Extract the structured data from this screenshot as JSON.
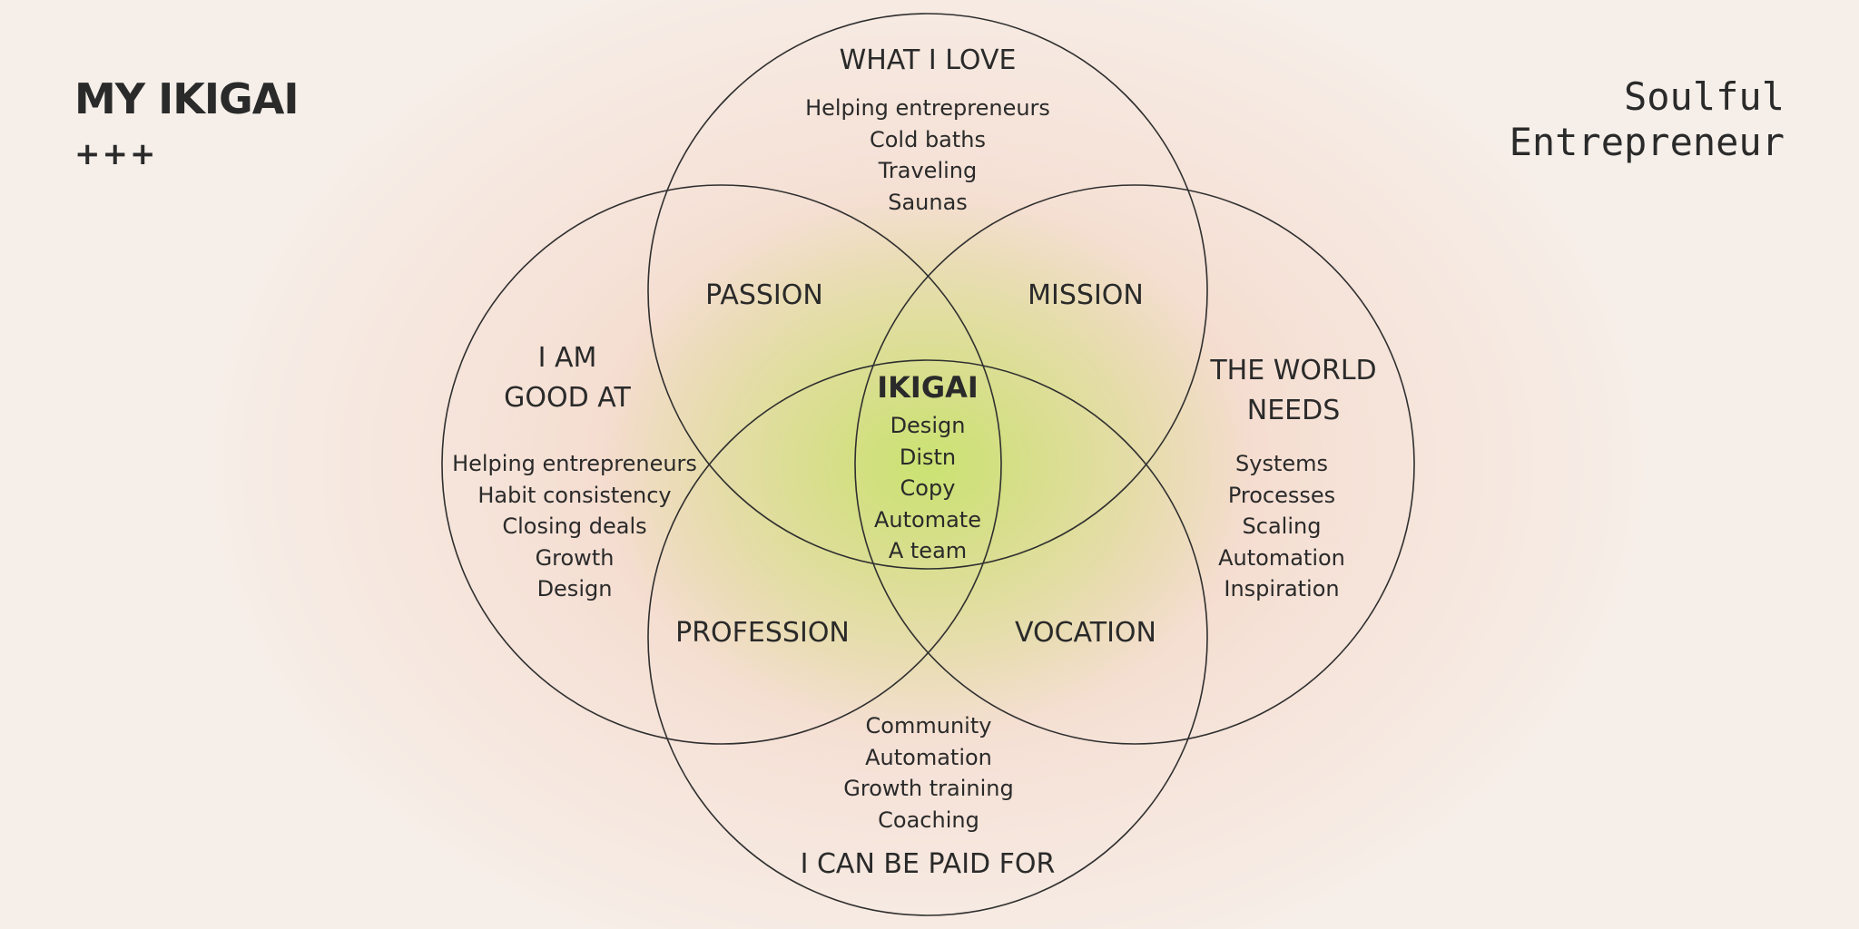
{
  "header": {
    "title": "MY IKIGAI",
    "decoration": "+++",
    "tagline_line1": "Soulful",
    "tagline_line2": "Entrepreneur"
  },
  "circles": {
    "love": {
      "title": "WHAT I LOVE",
      "items": [
        "Helping entrepreneurs",
        "Cold baths",
        "Traveling",
        "Saunas"
      ]
    },
    "good_at": {
      "title_line1": "I AM",
      "title_line2": "GOOD AT",
      "items": [
        "Helping entrepreneurs",
        "Habit consistency",
        "Closing deals",
        "Growth",
        "Design"
      ]
    },
    "world_needs": {
      "title_line1": "THE WORLD",
      "title_line2": "NEEDS",
      "items": [
        "Systems",
        "Processes",
        "Scaling",
        "Automation",
        "Inspiration"
      ]
    },
    "paid_for": {
      "title": "I CAN BE PAID FOR",
      "items": [
        "Community",
        "Automation",
        "Growth training",
        "Coaching"
      ]
    }
  },
  "zones": {
    "passion": "PASSION",
    "mission": "MISSION",
    "profession": "PROFESSION",
    "vocation": "VOCATION"
  },
  "center": {
    "title": "IKIGAI",
    "items": [
      "Design",
      "Distn",
      "Copy",
      "Automate",
      "A team"
    ]
  },
  "colors": {
    "line": "#2f2f2f",
    "center_glow": "#c9e46f",
    "outer_glow": "#f0b296",
    "background": "#f6efe9"
  }
}
